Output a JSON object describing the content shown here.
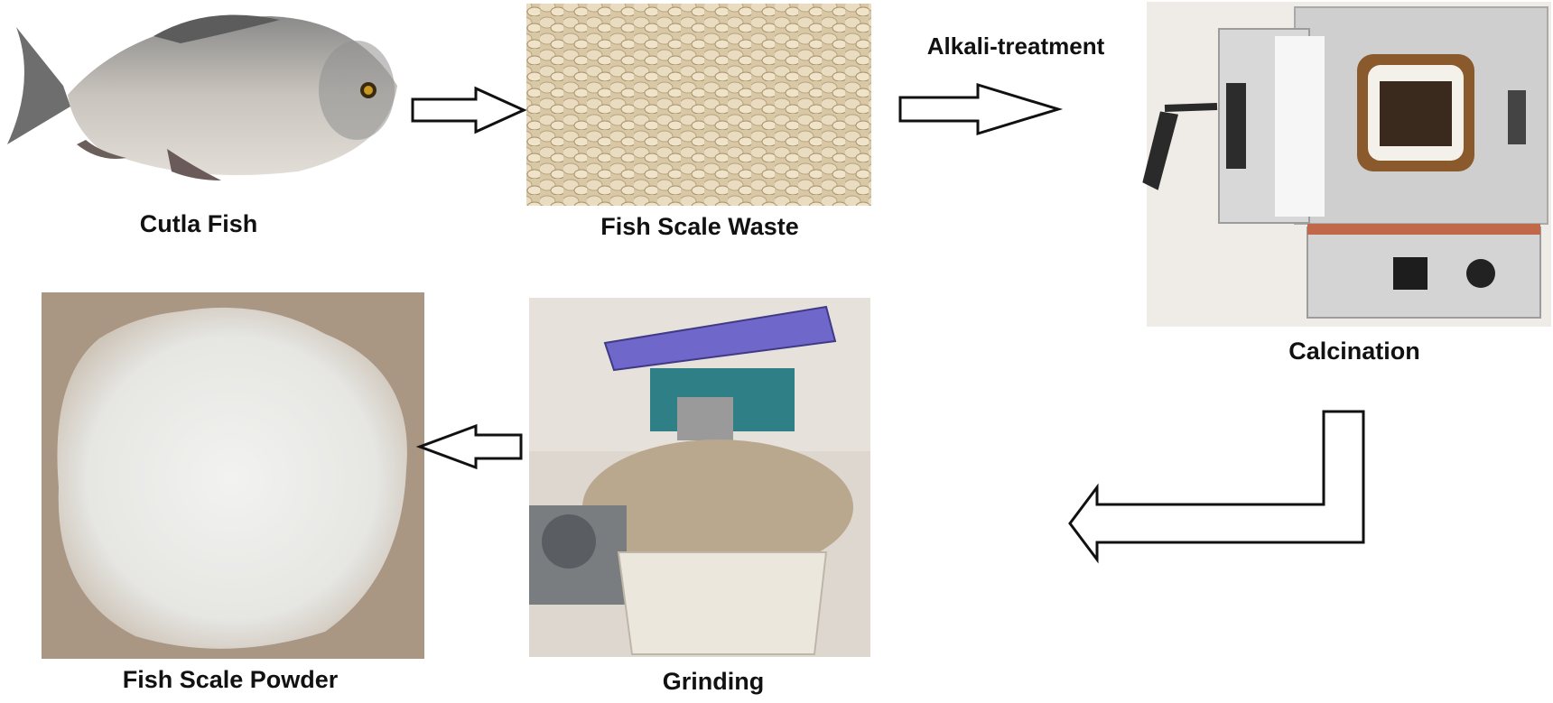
{
  "diagram": {
    "steps": [
      {
        "id": "cutla-fish",
        "label": "Cutla Fish"
      },
      {
        "id": "fish-scale-waste",
        "label": "Fish Scale Waste"
      },
      {
        "id": "calcination",
        "label": "Calcination"
      },
      {
        "id": "grinding",
        "label": "Grinding"
      },
      {
        "id": "fish-scale-powder",
        "label": "Fish Scale Powder"
      }
    ],
    "edges": [
      {
        "from": "cutla-fish",
        "to": "fish-scale-waste",
        "label": ""
      },
      {
        "from": "fish-scale-waste",
        "to": "calcination",
        "label": "Alkali-treatment"
      },
      {
        "from": "calcination",
        "to": "grinding",
        "label": ""
      },
      {
        "from": "grinding",
        "to": "fish-scale-powder",
        "label": ""
      }
    ]
  }
}
